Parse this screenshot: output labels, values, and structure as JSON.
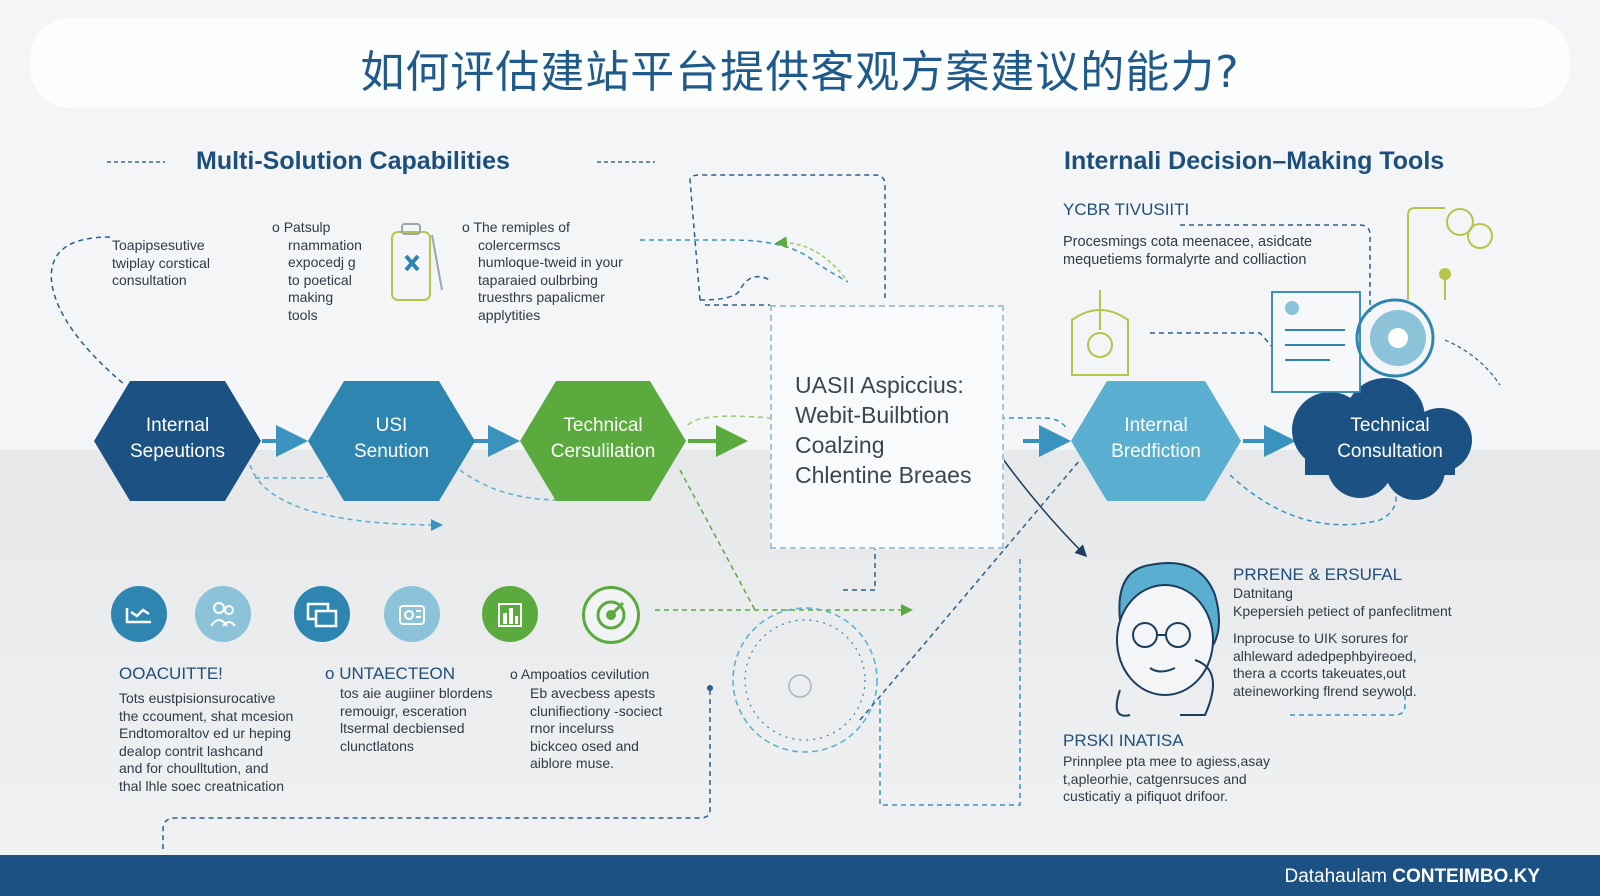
{
  "title": "如何评估建站平台提供客观方案建议的能力?",
  "left_section": {
    "heading": "Multi-Solution Capabilities",
    "note_a": [
      "Toapipsesutive",
      "twiplay corstical",
      "consultation"
    ],
    "note_b": [
      "Patsulp",
      "rnammation",
      "expocedj g",
      "to poetical",
      "making",
      "tools"
    ],
    "note_c": [
      "The remiples of",
      "colercermscs",
      "humloque-tweid in your",
      "taparaied oulbrbing",
      "truesthrs papalicmer",
      "applytities"
    ],
    "nodes": [
      {
        "line1": "Internal",
        "line2": "Sepeutions",
        "color": "#1c5283"
      },
      {
        "line1": "USI",
        "line2": "Senution",
        "color": "#2e86b0"
      },
      {
        "line1": "Technical",
        "line2": "Cersulilation",
        "color": "#5aaa3e"
      }
    ]
  },
  "center": {
    "lines": [
      "UASII Aspiccius:",
      "Webit-Builbtion",
      "Coalzing",
      "Chlentine Breaes"
    ]
  },
  "right_section": {
    "heading": "Internali Decision–Making Tools",
    "subheading": "YCBR TIVUSIITI",
    "desc": [
      "Procesmings cota meenacee, asidcate",
      "mequetiems formalyrte and colliaction"
    ],
    "nodes": [
      {
        "line1": "Internal",
        "line2": "Bredfiction",
        "color": "#5aaed0"
      },
      {
        "line1": "Technical",
        "line2": "Consultation",
        "color": "#1c5283"
      }
    ],
    "persona_title": "PRRENE & ERSUFAL",
    "persona_lines": [
      "Datnitang",
      "Kpepersieh petiect of panfeclitment"
    ],
    "persona_text": [
      "Inprocuse to UIK sorures for",
      "alhleward adedpephbyireoed,",
      "thera a ccorts takeuates,out",
      "ateineworking flrend seywold."
    ],
    "pr_title": "PRSKI INATISA",
    "pr_text": [
      "Prinnplee pta mee to agiess,asay",
      "t,apleorhie, catgenrsuces and",
      "custicatiy a pifiquot drifoor."
    ]
  },
  "bottom_left": {
    "icons": [
      {
        "name": "chart-icon",
        "color": "#2e86b0"
      },
      {
        "name": "team-icon",
        "color": "#8cc3d9"
      },
      {
        "name": "screens-icon",
        "color": "#2e86b0"
      },
      {
        "name": "document-icon",
        "color": "#8cc3d9"
      },
      {
        "name": "bar-chart-icon",
        "color": "#5aaa3e"
      },
      {
        "name": "target-icon",
        "color": "#5aaa3e"
      }
    ],
    "col1_title": "OOACUITTE!",
    "col1_text": [
      "Tots eustpisionsurocative",
      "the ccoument, shat mcesion",
      "Endtomoraltov ed ur heping",
      "dealop contrit lashcand",
      "and for choulltution, and",
      "thal lhle soec creatnication"
    ],
    "col2_title": "UNTAECTEON",
    "col2_text": [
      "tos aie augiiner blordens",
      "remouigr, esceration",
      "ltsermal decbiensed",
      "clunctlatons"
    ],
    "col3_title": "Ampoatios cevilution",
    "col3_text": [
      "Eb avecbess apests",
      "clunifiectiony -sociect",
      "rnor incelurss",
      "bickceo osed and",
      "aiblore muse."
    ]
  },
  "footer": {
    "brand_light": "Datahaulam",
    "brand_bold": "CONTEIMBO.KY"
  }
}
